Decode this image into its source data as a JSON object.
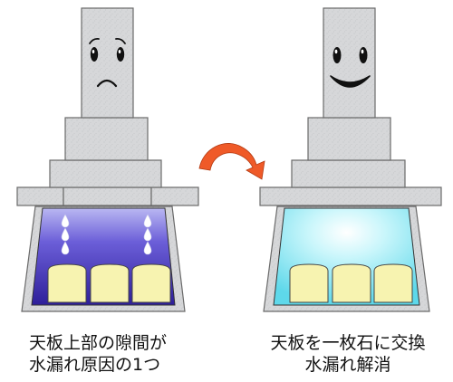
{
  "captions": {
    "before": {
      "line1": "天板上部の隙間が",
      "line2": "水漏れ原因の1つ"
    },
    "after": {
      "line1": "天板を一枚石に交換",
      "line2": "水漏れ解消"
    }
  },
  "colors": {
    "stone": "#d6d7d9",
    "stone_edge": "#6a6a6a",
    "chamber_before": "#3b2da8",
    "chamber_after": "#7fe3f2",
    "urn": "#f7f3b0",
    "arrow": "#ef5a28",
    "drop": "#ffffff"
  },
  "icons": {
    "before_face": "sad-face-icon",
    "after_face": "smile-face-icon",
    "transition": "curved-arrow-icon",
    "leak": "water-drop-icon"
  }
}
